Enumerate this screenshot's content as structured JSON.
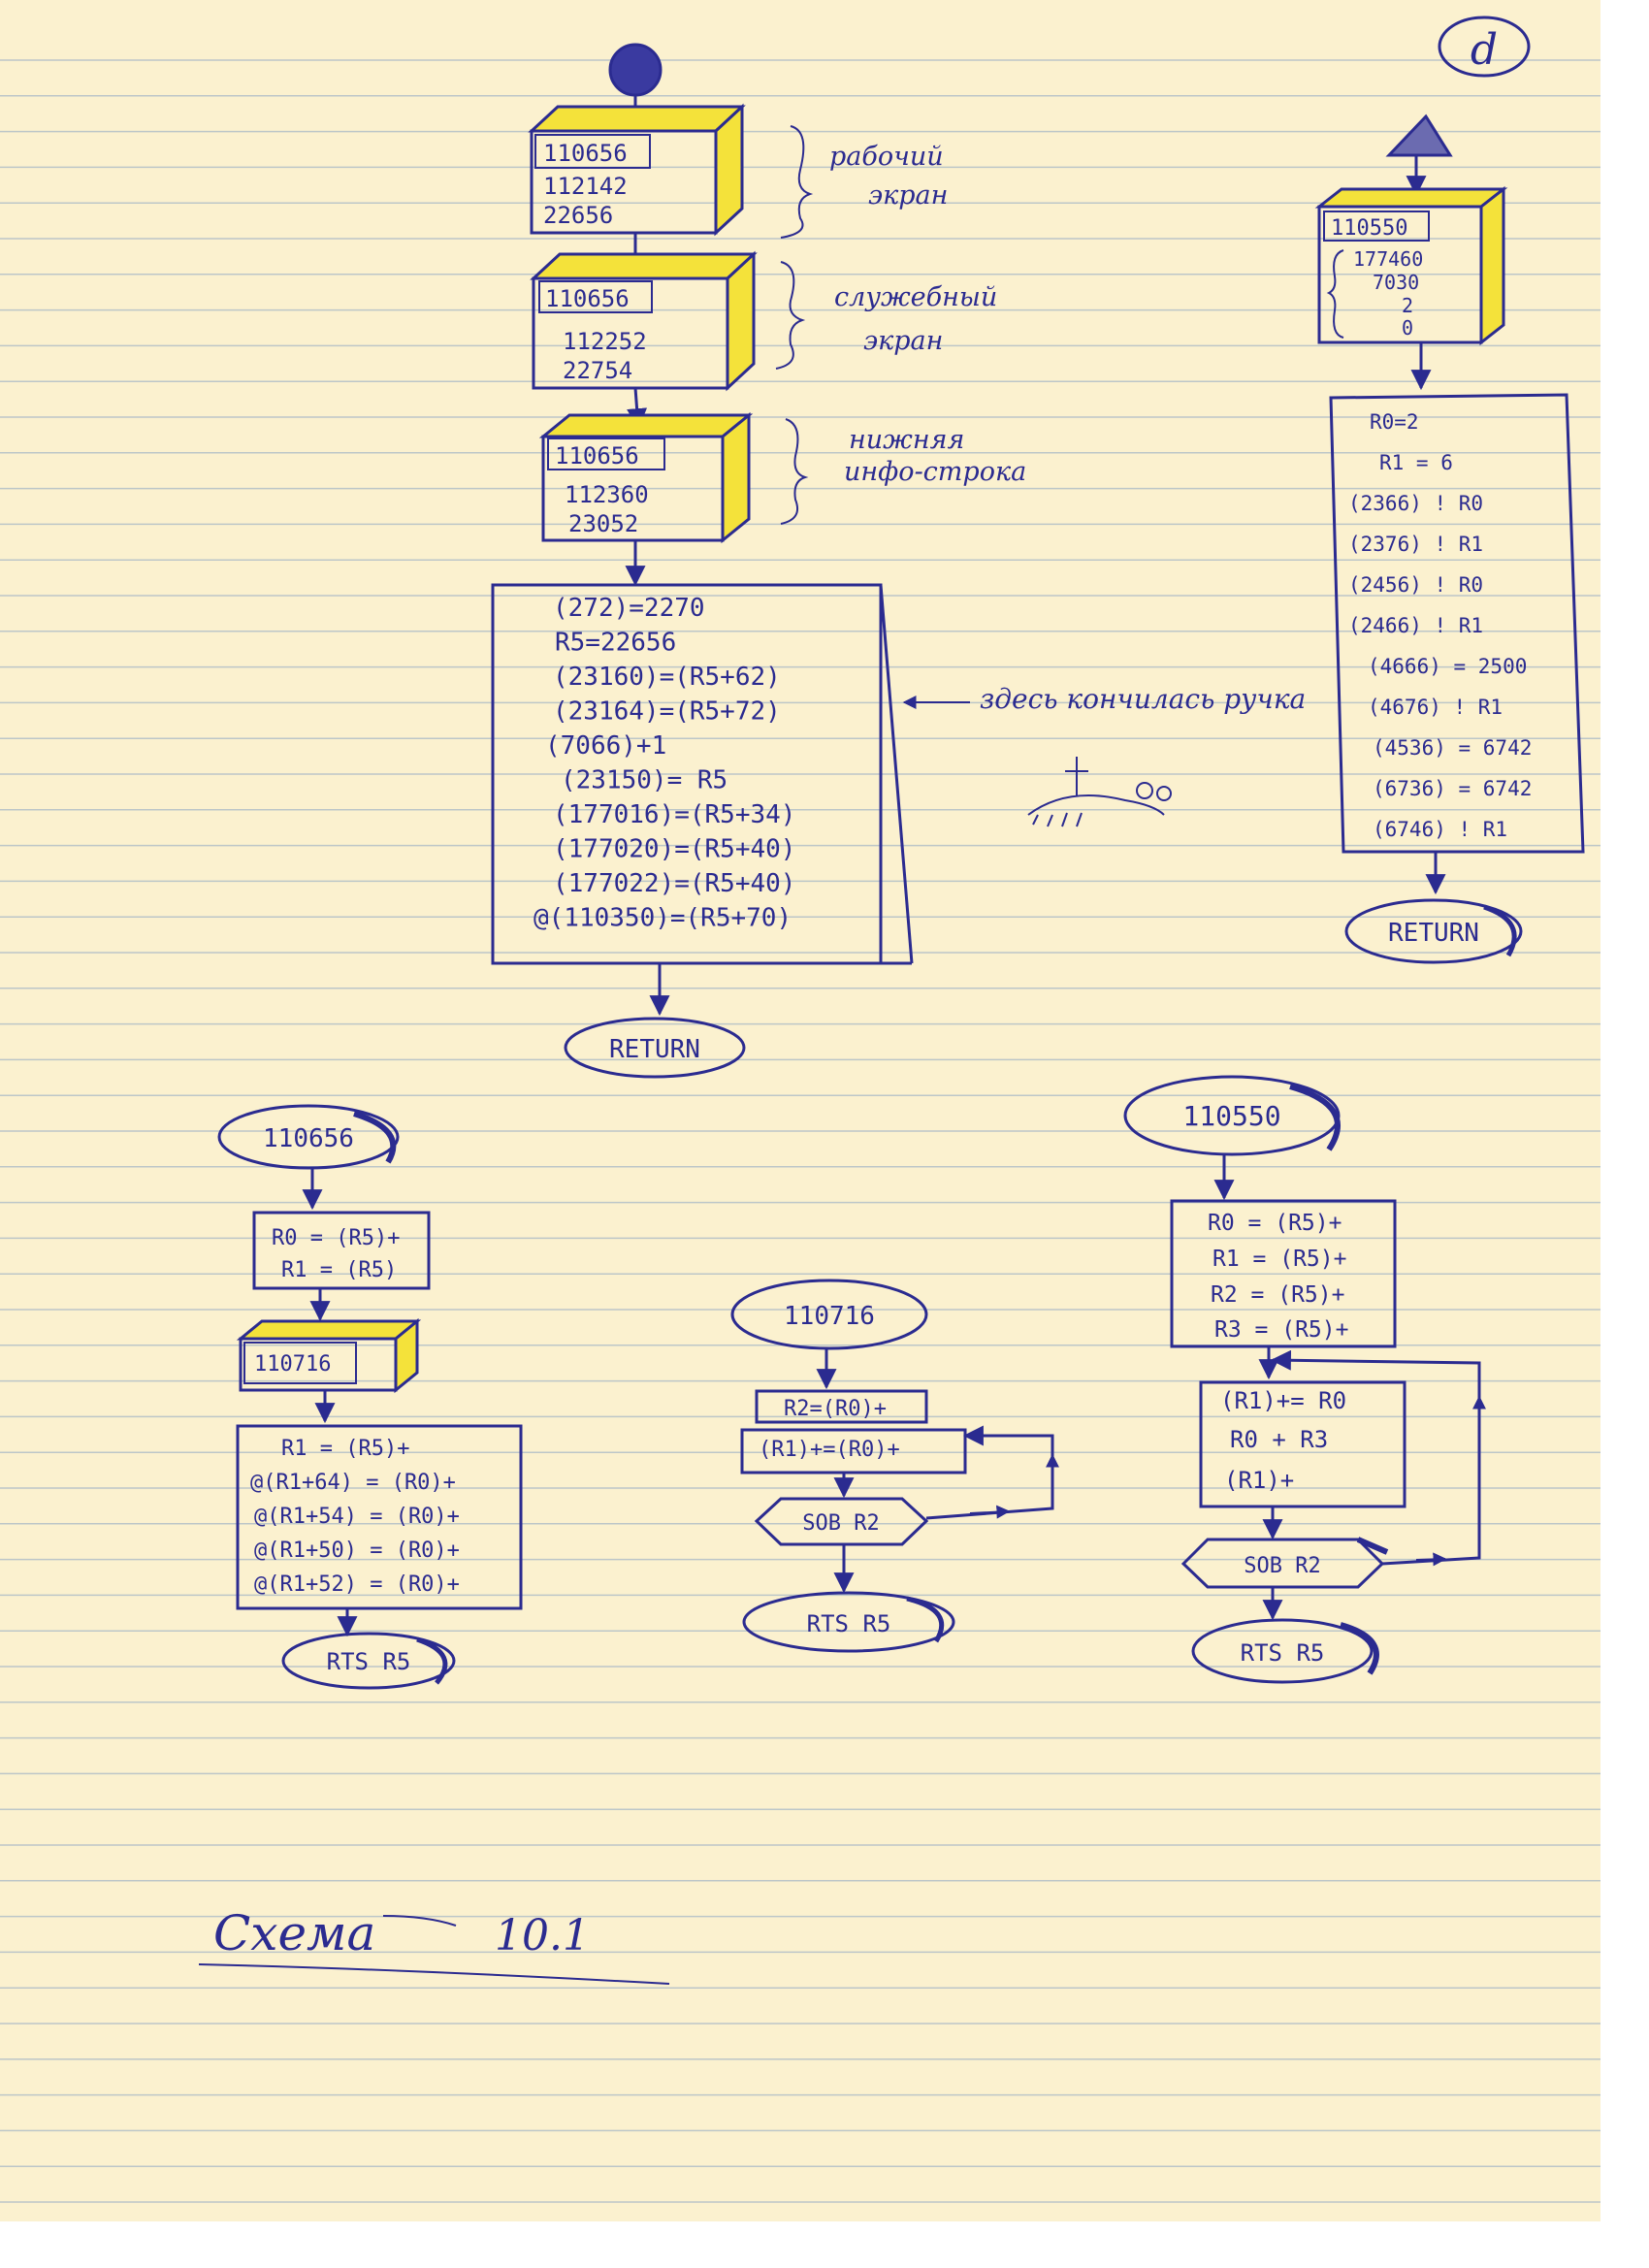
{
  "page_marker": "d",
  "main_flow": {
    "box1": {
      "top": "110656",
      "lines": [
        "112142",
        "22656"
      ],
      "note": [
        "рабочий",
        "экран"
      ]
    },
    "box2": {
      "top": "110656",
      "lines": [
        "112252",
        "22754"
      ],
      "note": [
        "служебный",
        "экран"
      ]
    },
    "box3": {
      "top": "110656",
      "lines": [
        "112360",
        "23052"
      ],
      "note": [
        "нижняя",
        "инфо-строка"
      ]
    },
    "code_lines": [
      "(272)=2270",
      "R5=22656",
      "(23160)=(R5+62)",
      "(23164)=(R5+72)",
      "(7066)+1",
      "(23150)= R5",
      "(177016)=(R5+34)",
      "(177020)=(R5+40)",
      "(177022)=(R5+40)",
      "@(110350)=(R5+70)"
    ],
    "return": "RETURN",
    "side_note": "здесь кончилась ручка"
  },
  "right_flow": {
    "box": {
      "top": "110550",
      "lines": [
        "177460",
        "7030",
        "2",
        "0"
      ]
    },
    "code_lines": [
      "R0=2",
      "R1 = 6",
      "(2366) ! R0",
      "(2376) ! R1",
      "(2456) ! R0",
      "(2466) ! R1",
      "(4666) = 2500",
      "(4676) ! R1",
      "(4536) = 6742",
      "(6736) = 6742",
      "(6746) ! R1"
    ],
    "return": "RETURN"
  },
  "sub_110656": {
    "title": "110656",
    "init": [
      "R0 = (R5)+",
      "R1 = (R5)"
    ],
    "call": "110716",
    "body": [
      "R1 = (R5)+",
      "@(R1+64) = (R0)+",
      "@(R1+54) = (R0)+",
      "@(R1+50) = (R0)+",
      "@(R1+52) = (R0)+"
    ],
    "end": "RTS R5"
  },
  "sub_110716": {
    "title": "110716",
    "init": "R2=(R0)+",
    "loop": "(R1)+=(R0)+",
    "sob": "SOB R2",
    "end": "RTS R5"
  },
  "sub_110550": {
    "title": "110550",
    "init": [
      "R0 = (R5)+",
      "R1 = (R5)+",
      "R2 = (R5)+",
      "R3 = (R5)+"
    ],
    "loop": [
      "(R1)+= R0",
      "R0 + R3",
      "(R1)+"
    ],
    "sob": "SOB R2",
    "end": "RTS R5"
  },
  "caption": {
    "word": "Схема",
    "number": "10.1"
  },
  "colors": {
    "paper": "#fbf1cf",
    "ruling": "#bcc6c8",
    "ink": "#2b2b90",
    "highlight": "#f4e23a"
  }
}
